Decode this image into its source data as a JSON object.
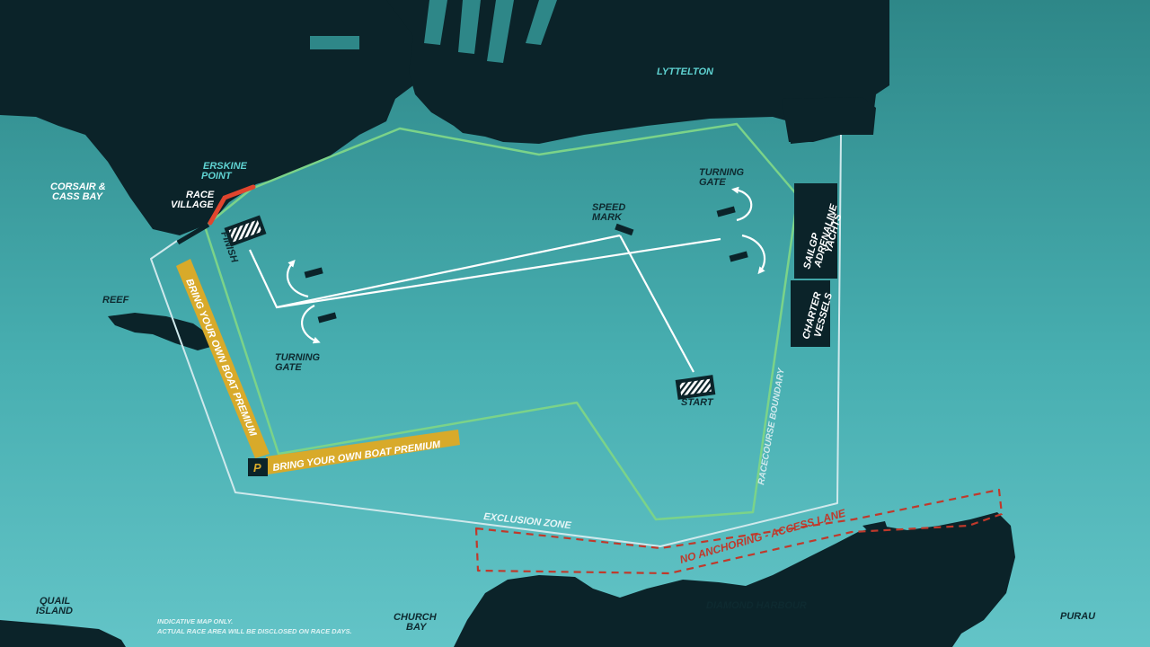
{
  "places": {
    "lyttelton": "LYTTELTON",
    "erskine_point": [
      "ERSKINE",
      "POINT"
    ],
    "race_village": [
      "RACE",
      "VILLAGE"
    ],
    "corsair_cass_bay": [
      "CORSAIR &",
      "CASS BAY"
    ],
    "reef": "REEF",
    "quail_island": [
      "QUAIL",
      "ISLAND"
    ],
    "church_bay": [
      "CHURCH",
      "BAY"
    ],
    "diamond_harbour": "DIAMOND HARBOUR",
    "purau": "PURAU"
  },
  "course": {
    "finish": "FINISH",
    "start": "START",
    "speed_mark": [
      "SPEED",
      "MARK"
    ],
    "turning_gate_left": [
      "TURNING",
      "GATE"
    ],
    "turning_gate_right": [
      "TURNING",
      "GATE"
    ],
    "racecourse_boundary": "RACECOURSE BOUNDARY",
    "exclusion_zone": "EXCLUSION ZONE",
    "no_anchoring": "NO ANCHORING - ACCESS LANE"
  },
  "zones": {
    "byob_vertical": "BRING YOUR OWN BOAT PREMIUM",
    "byob_horizontal": "BRING YOUR OWN BOAT PREMIUM",
    "parking_symbol": "P",
    "sailgp_yachts": [
      "SAILGP",
      "ADRENALINE",
      "YACHTS"
    ],
    "charter_vessels": [
      "CHARTER",
      "VESSELS"
    ]
  },
  "disclaimer": [
    "INDICATIVE MAP ONLY.",
    "ACTUAL RACE AREA WILL BE DISCLOSED ON RACE DAYS."
  ],
  "colors": {
    "water_deep": "#2f8a8c",
    "water_shallow": "#5cbfc2",
    "land": "#0b2329",
    "boundary": "#7bd389",
    "exclusion": "#c9e6ea",
    "race_village": "#e0452e",
    "byob": "#d8aa2a",
    "no_anchoring": "#c0392b",
    "course": "#ffffff"
  }
}
